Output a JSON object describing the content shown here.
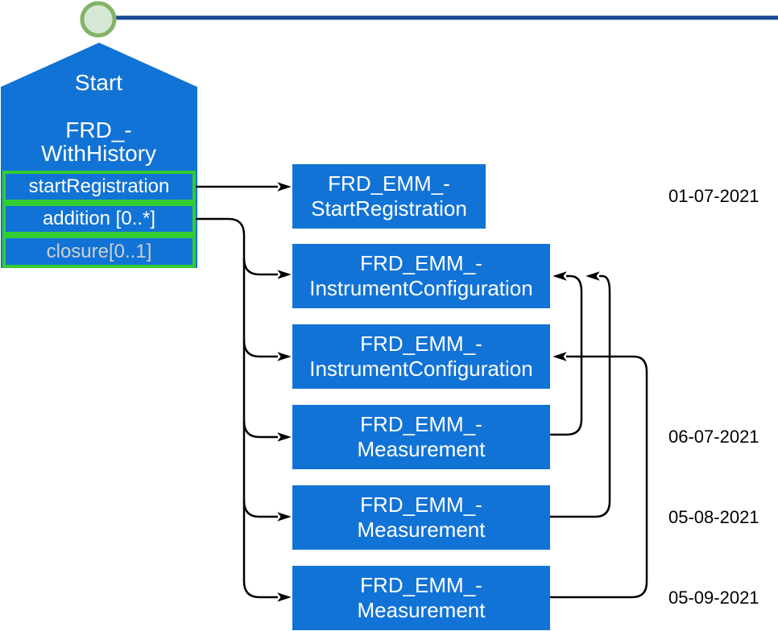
{
  "palette": {
    "node_blue": "#1273d6",
    "port_border_green": "#33cc33",
    "timeline_navy": "#17478f",
    "start_marker_fill": "#d5e8d4",
    "start_marker_stroke": "#82b366",
    "connector_black": "#000000",
    "disabled_port_text": "#cfcfcf"
  },
  "start_node": {
    "title": "Start",
    "type_line1": "FRD_-",
    "type_line2": "WithHistory",
    "ports": [
      {
        "label": "startRegistration"
      },
      {
        "label": "addition [0..*]"
      },
      {
        "label": "closure[0..1]"
      }
    ]
  },
  "events": [
    {
      "line1": "FRD_EMM_-",
      "line2": "StartRegistration",
      "date": "01-07-2021"
    },
    {
      "line1": "FRD_EMM_-",
      "line2": "InstrumentConfiguration"
    },
    {
      "line1": "FRD_EMM_-",
      "line2": "InstrumentConfiguration"
    },
    {
      "line1": "FRD_EMM_-",
      "line2": "Measurement",
      "date": "06-07-2021"
    },
    {
      "line1": "FRD_EMM_-",
      "line2": "Measurement",
      "date": "05-08-2021"
    },
    {
      "line1": "FRD_EMM_-",
      "line2": "Measurement",
      "date": "05-09-2021"
    }
  ]
}
